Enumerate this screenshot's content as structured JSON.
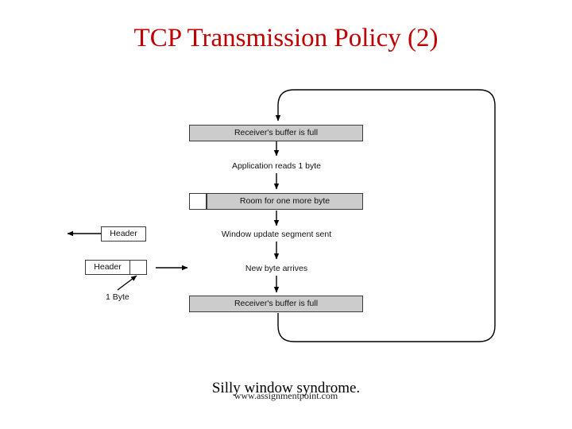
{
  "slide": {
    "title": "TCP Transmission Policy (2)",
    "title_color": "#c00000",
    "caption": "Silly window syndrome.",
    "watermark": "www.assignmentpoint.com",
    "background": "#ffffff"
  },
  "diagram": {
    "box_fill": "#cccccc",
    "box_stroke": "#3a3a3a",
    "line_color": "#000000",
    "steps": [
      {
        "id": "buffer-full-top",
        "label": "Receiver's buffer is full",
        "kind": "box"
      },
      {
        "id": "application-reads",
        "label": "Application reads 1 byte",
        "kind": "text"
      },
      {
        "id": "room-one-byte",
        "label": "Room for one more byte",
        "kind": "box-with-free-cell"
      },
      {
        "id": "window-update",
        "label": "Window update segment sent",
        "kind": "text"
      },
      {
        "id": "new-byte-arrives",
        "label": "New byte arrives",
        "kind": "text"
      },
      {
        "id": "buffer-full-bottom",
        "label": "Receiver's buffer is full",
        "kind": "box"
      }
    ],
    "segments": [
      {
        "id": "window-update-segment",
        "header_label": "Header",
        "byte_label": "",
        "has_byte_cell": false
      },
      {
        "id": "new-byte-segment",
        "header_label": "Header",
        "byte_label": "1 Byte",
        "has_byte_cell": true
      }
    ],
    "loop": {
      "id": "feedback-loop",
      "label": ""
    }
  }
}
